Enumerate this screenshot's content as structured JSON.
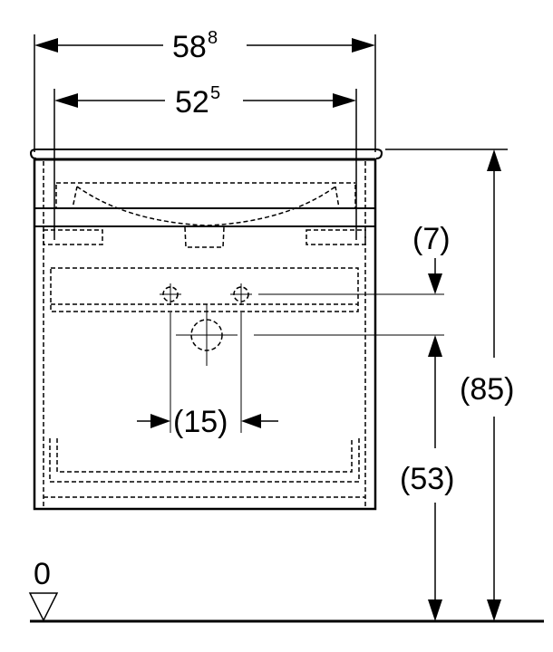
{
  "dimensions": {
    "overall_width": {
      "main": "58",
      "sup": "8"
    },
    "inner_width": {
      "main": "52",
      "sup": "5"
    },
    "hole_spacing": "(15)",
    "top_offset": "(7)",
    "height_to_connection": "(53)",
    "total_height": "(85)",
    "floor_level": "0"
  },
  "colors": {
    "line": "#000000",
    "background": "#ffffff"
  }
}
